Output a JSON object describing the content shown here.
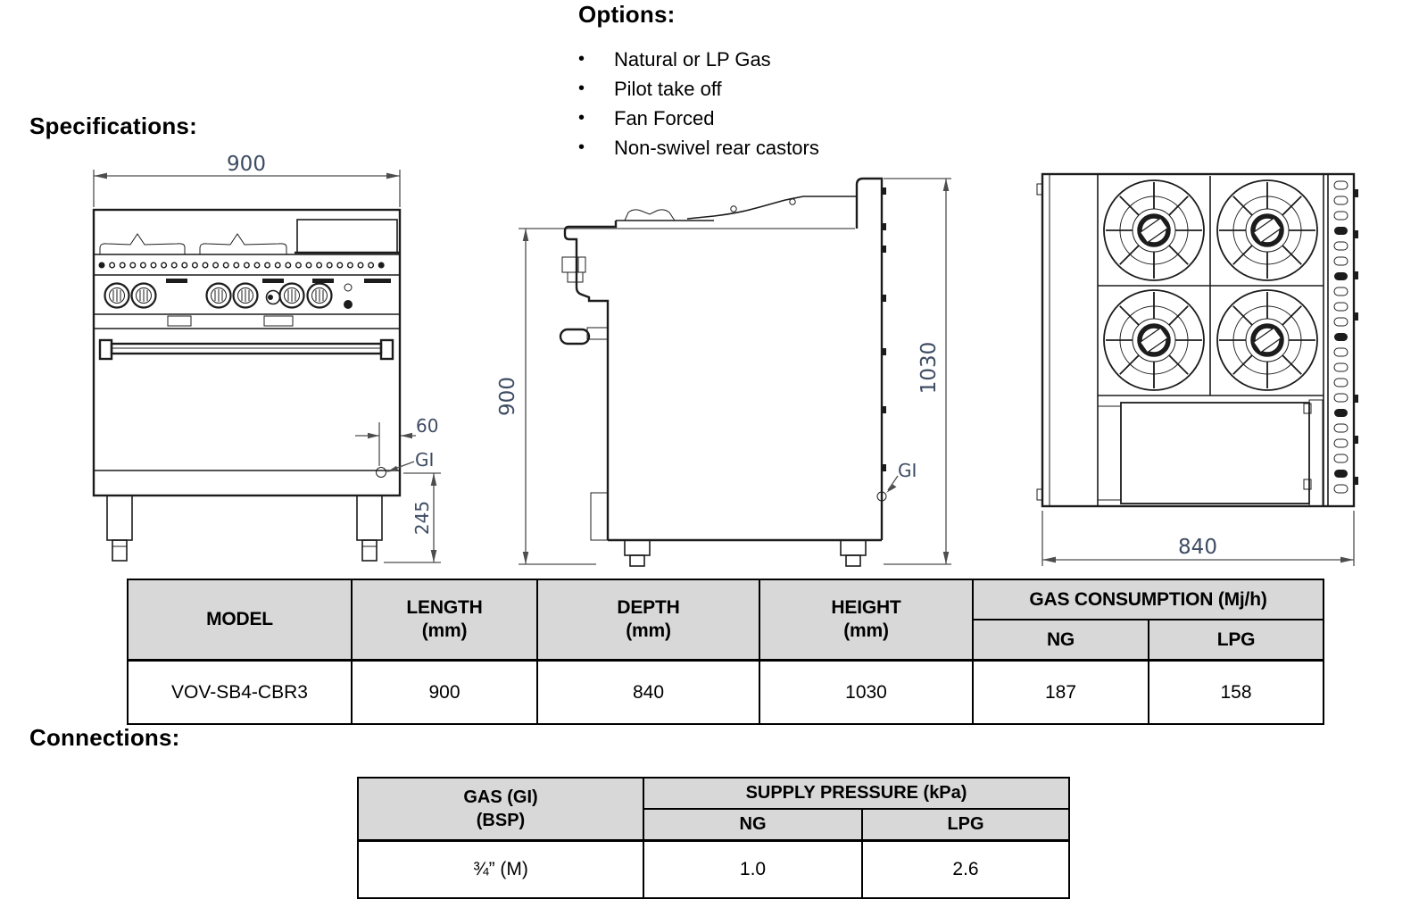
{
  "headings": {
    "specifications": "Specifications:",
    "options": "Options:",
    "connections": "Connections:"
  },
  "options_list": {
    "bullet": "•",
    "items": [
      {
        "label": "Natural or LP Gas"
      },
      {
        "label": "Pilot take off"
      },
      {
        "label": "Fan Forced"
      },
      {
        "label": "Non-swivel rear castors"
      }
    ]
  },
  "drawings": {
    "front_view": {
      "width": "900",
      "overhang": "60",
      "gas_inlet": "GI",
      "base_height": "245"
    },
    "side_view": {
      "body_height": "900",
      "total_height": "1030",
      "gas_inlet": "GI"
    },
    "top_view": {
      "depth": "840"
    }
  },
  "spec_table": {
    "headers": {
      "model": "MODEL",
      "length": "LENGTH",
      "length_unit": "(mm)",
      "depth": "DEPTH",
      "depth_unit": "(mm)",
      "height": "HEIGHT",
      "height_unit": "(mm)",
      "gas_consumption": "GAS CONSUMPTION (Mj/h)",
      "ng": "NG",
      "lpg": "LPG"
    },
    "rows": [
      {
        "model": "VOV-SB4-CBR3",
        "length": "900",
        "depth": "840",
        "height": "1030",
        "ng": "187",
        "lpg": "158"
      }
    ]
  },
  "connections_table": {
    "headers": {
      "gas": "GAS (GI)",
      "gas_unit": "(BSP)",
      "supply_pressure": "SUPPLY PRESSURE (kPa)",
      "ng": "NG",
      "lpg": "LPG"
    },
    "rows": [
      {
        "size": "¾” (M)",
        "ng": "1.0",
        "lpg": "2.6"
      }
    ]
  },
  "colors": {
    "dimension_text": "#3e4c63",
    "drawing_line": "#1c1c1c",
    "table_header_bg": "#d8d8d8",
    "text": "#000000",
    "background": "#ffffff"
  }
}
